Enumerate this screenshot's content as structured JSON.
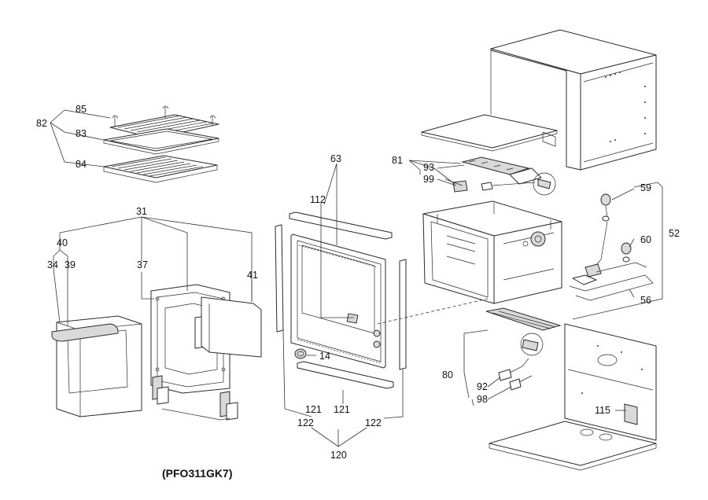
{
  "model_code": "(PFO311GK7)",
  "labels": {
    "n85": "85",
    "n82": "82",
    "n83": "83",
    "n84": "84",
    "n31": "31",
    "n40": "40",
    "n34": "34",
    "n39": "39",
    "n37": "37",
    "n41": "41",
    "n63": "63",
    "n112": "112",
    "n14": "14",
    "n121a": "121",
    "n121b": "121",
    "n122a": "122",
    "n122b": "122",
    "n120": "120",
    "n81": "81",
    "n93": "93",
    "n99": "99",
    "n59": "59",
    "n60": "60",
    "n52": "52",
    "n56": "56",
    "n80": "80",
    "n92": "92",
    "n98": "98",
    "n115": "115"
  }
}
